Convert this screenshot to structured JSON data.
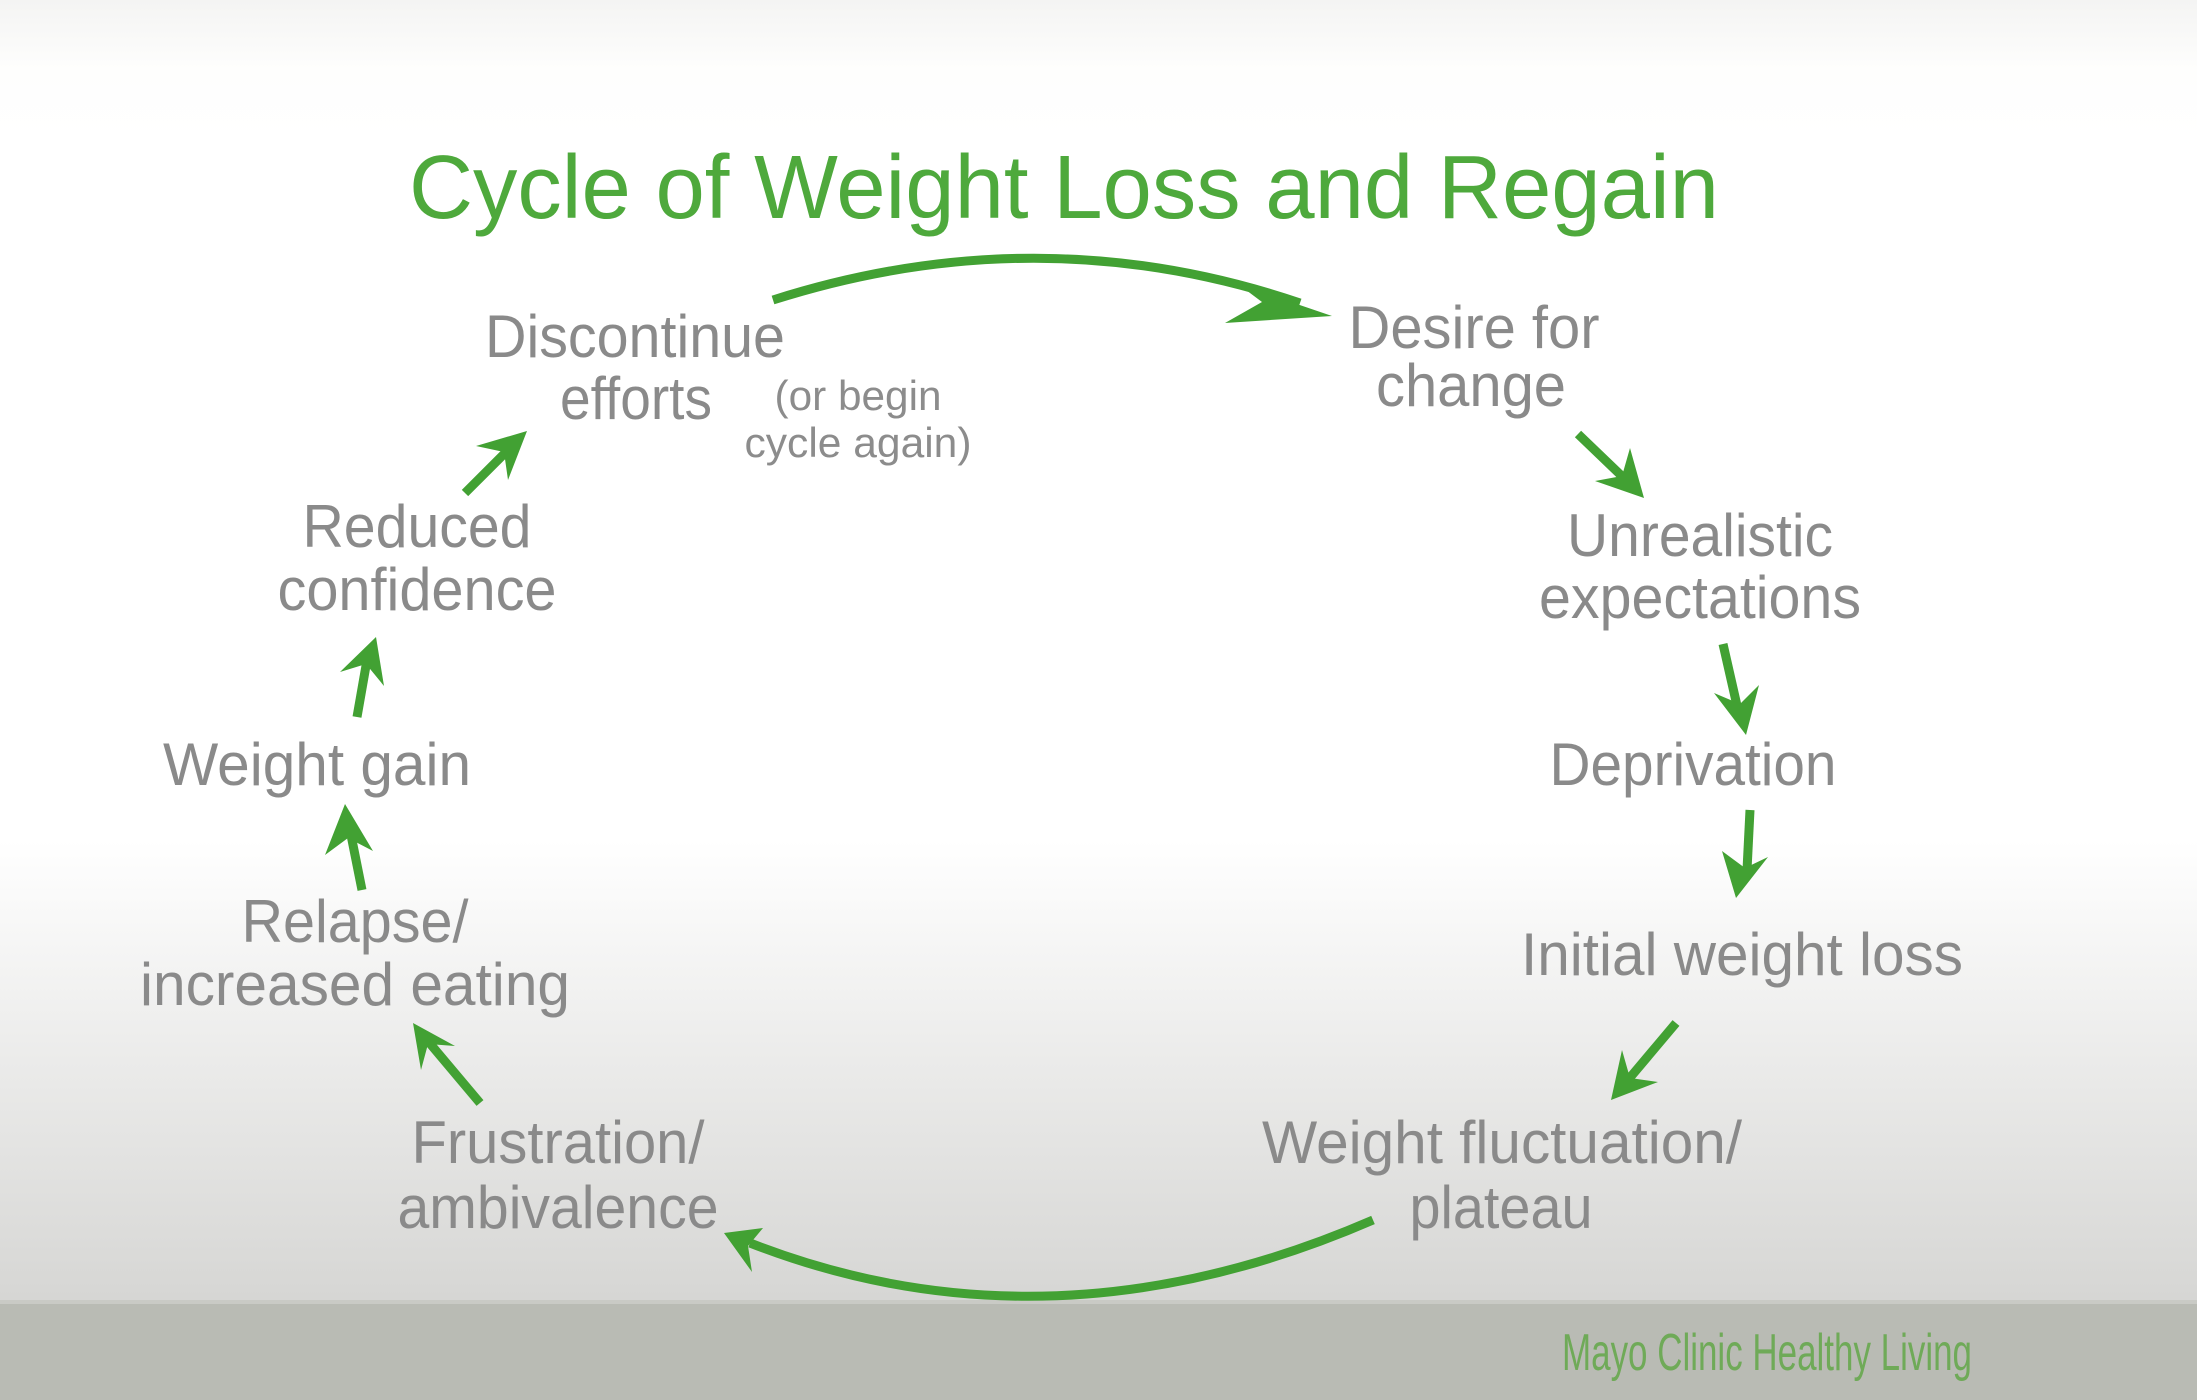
{
  "slide": {
    "title": "Cycle of Weight Loss and Regain",
    "footer": "Mayo Clinic Healthy Living",
    "colors": {
      "title": "#4ea93c",
      "arrow": "#42a133",
      "step_text": "#8a8a8a",
      "footer_text": "#6faa58",
      "footer_band": "#b9bbb4"
    },
    "steps": [
      {
        "id": "desire",
        "lines": [
          "Desire for",
          "change"
        ]
      },
      {
        "id": "unrealistic",
        "lines": [
          "Unrealistic",
          "expectations"
        ]
      },
      {
        "id": "deprivation",
        "lines": [
          "Deprivation"
        ]
      },
      {
        "id": "initial-loss",
        "lines": [
          "Initial weight loss"
        ]
      },
      {
        "id": "fluctuation",
        "lines": [
          "Weight fluctuation/",
          "plateau"
        ]
      },
      {
        "id": "frustration",
        "lines": [
          "Frustration/",
          "ambivalence"
        ]
      },
      {
        "id": "relapse",
        "lines": [
          "Relapse/",
          "increased eating"
        ]
      },
      {
        "id": "weight-gain",
        "lines": [
          "Weight gain"
        ]
      },
      {
        "id": "reduced-confidence",
        "lines": [
          "Reduced",
          "confidence"
        ]
      },
      {
        "id": "discontinue",
        "lines": [
          "Discontinue",
          "efforts"
        ]
      }
    ],
    "note": {
      "lines": [
        "(or begin",
        "cycle again)"
      ]
    },
    "arrows": [
      {
        "from": "discontinue",
        "to": "desire",
        "icon": "curved-arrow-right-icon"
      },
      {
        "from": "desire",
        "to": "unrealistic",
        "icon": "arrow-down-right-icon"
      },
      {
        "from": "unrealistic",
        "to": "deprivation",
        "icon": "arrow-down-icon"
      },
      {
        "from": "deprivation",
        "to": "initial-loss",
        "icon": "arrow-down-icon"
      },
      {
        "from": "initial-loss",
        "to": "fluctuation",
        "icon": "arrow-down-left-icon"
      },
      {
        "from": "fluctuation",
        "to": "frustration",
        "icon": "curved-arrow-left-icon"
      },
      {
        "from": "frustration",
        "to": "relapse",
        "icon": "arrow-up-left-icon"
      },
      {
        "from": "relapse",
        "to": "weight-gain",
        "icon": "arrow-up-icon"
      },
      {
        "from": "weight-gain",
        "to": "reduced-confidence",
        "icon": "arrow-up-icon"
      },
      {
        "from": "reduced-confidence",
        "to": "discontinue",
        "icon": "arrow-up-right-icon"
      }
    ]
  }
}
